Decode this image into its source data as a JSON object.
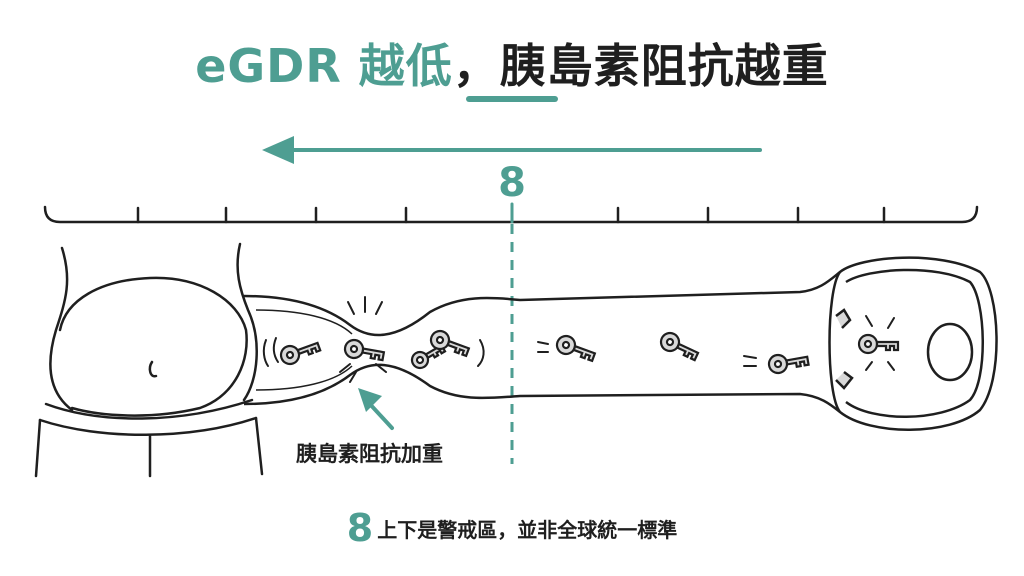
{
  "title": {
    "prefix": "eGDR 越低",
    "suffix": "，胰島素阻抗越重"
  },
  "scale_marker": {
    "value": "8"
  },
  "callout": {
    "label": "胰島素阻抗加重"
  },
  "footnote": {
    "number": "8",
    "text": "上下是警戒區，並非全球統一標準"
  },
  "colors": {
    "accent": "#4e9e92",
    "ink": "#1f1f1f",
    "key_fill": "#d9d9d9"
  },
  "icons": [
    "arrow-left-icon",
    "scale-ruler-icon",
    "belly-icon",
    "key-icon",
    "lock-icon",
    "arrow-up-left-icon"
  ]
}
